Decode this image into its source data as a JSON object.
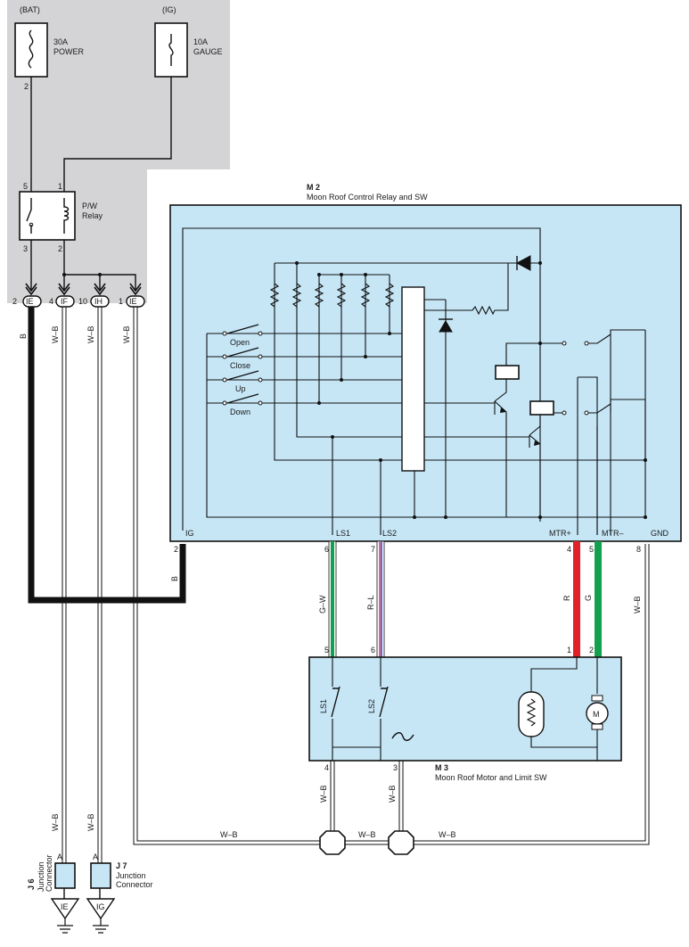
{
  "power_sources": {
    "bat": {
      "label": "(BAT)",
      "fuse_amp": "30A",
      "fuse_name": "POWER"
    },
    "ig": {
      "label": "(IG)",
      "fuse_amp": "10A",
      "fuse_name": "GAUGE"
    }
  },
  "pw_relay": {
    "name": "P/W",
    "name2": "Relay",
    "pins": [
      "5",
      "1",
      "3",
      "2"
    ]
  },
  "fuse_pins": {
    "bat": "2"
  },
  "connectors_top": [
    {
      "pin": "2",
      "code": "IE"
    },
    {
      "pin": "4",
      "code": "IF"
    },
    {
      "pin": "10",
      "code": "IH"
    },
    {
      "pin": "1",
      "code": "IE"
    }
  ],
  "wire_colors_left": [
    "B",
    "W–B",
    "W–B",
    "W–B"
  ],
  "m2": {
    "id": "M 2",
    "name": "Moon Roof Control Relay and SW",
    "switches": [
      "Open",
      "Close",
      "Up",
      "Down"
    ],
    "terminals": [
      "IG",
      "LS1",
      "LS2",
      "MTR+",
      "MTR–",
      "GND"
    ],
    "pins": {
      "ig": "2",
      "ls1": "6",
      "ls2": "7",
      "mtrp": "4",
      "mtrn": "5",
      "gnd": "8"
    }
  },
  "wires_mid": {
    "ig": "B",
    "ls1": "G–W",
    "ls2": "R–L",
    "mtrp": "R",
    "mtrn": "G",
    "gnd": "W–B"
  },
  "m3": {
    "id": "M 3",
    "name": "Moon Roof Motor and Limit SW",
    "switch1": "LS1",
    "switch2": "LS2",
    "motor": "M",
    "pins_top": {
      "ls1": "5",
      "ls2": "6",
      "mtrp": "1",
      "mtrn": "2"
    },
    "pins_bottom": {
      "a": "4",
      "b": "3"
    }
  },
  "bottom_wires": {
    "m3_a": "W–B",
    "m3_b": "W–B",
    "run1": "W–B",
    "run2": "W–B",
    "run3": "W–B",
    "j6_wire": "W–B",
    "j7_wire": "W–B"
  },
  "junctions": {
    "j6": {
      "id": "J 6",
      "name1": "Junction",
      "name2": "Connector",
      "pin": "A",
      "ground": "IE"
    },
    "j7": {
      "id": "J 7",
      "name1": "Junction",
      "name2": "Connector",
      "pin": "A",
      "ground": "IG"
    }
  },
  "colors": {
    "panel_gray": "#d4d4d6",
    "box_blue": "#c6e6f6",
    "wire_black": "#111111",
    "wire_red": "#e0202a",
    "wire_green": "#12a14c",
    "wire_pink": "#e06a8a"
  }
}
